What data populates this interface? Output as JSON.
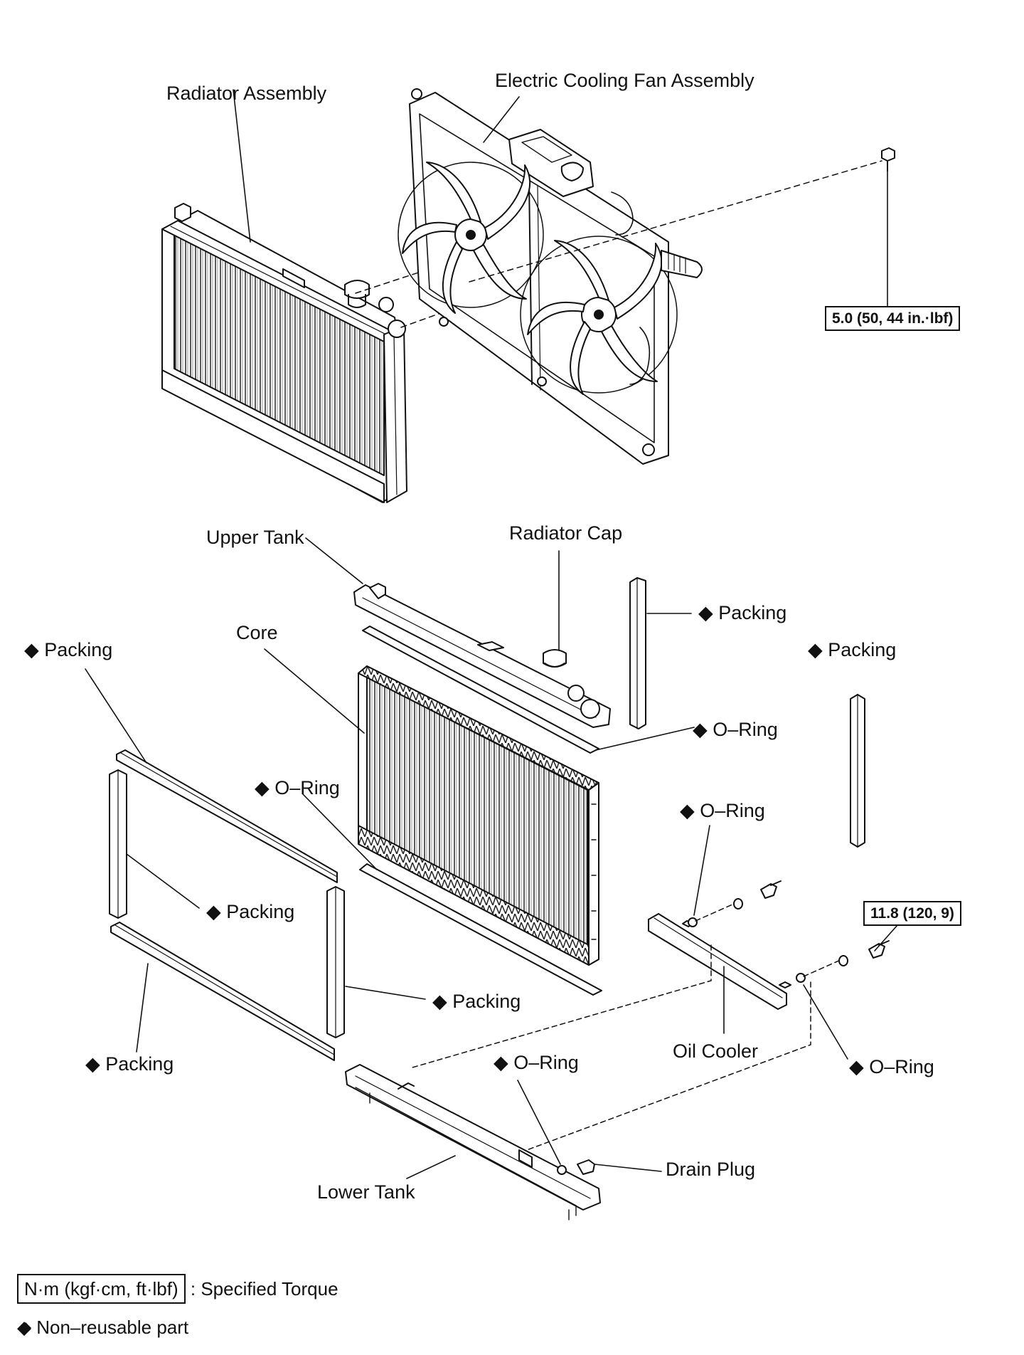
{
  "labels": {
    "radiator_assembly": "Radiator Assembly",
    "electric_cooling_fan_assembly": "Electric Cooling Fan Assembly",
    "upper_tank": "Upper Tank",
    "radiator_cap": "Radiator Cap",
    "core": "Core",
    "packing": "◆ Packing",
    "o_ring": "◆ O–Ring",
    "oil_cooler": "Oil Cooler",
    "drain_plug": "Drain Plug",
    "lower_tank": "Lower Tank"
  },
  "torques": {
    "fan_bolt": "5.0 (50, 44 in.·lbf)",
    "oil_cooler_bolt": "11.8 (120, 9)"
  },
  "legend": {
    "torque_unit": "N·m (kgf·cm, ft·lbf)",
    "torque_desc": ": Specified Torque",
    "non_reusable": "◆ Non–reusable part"
  }
}
